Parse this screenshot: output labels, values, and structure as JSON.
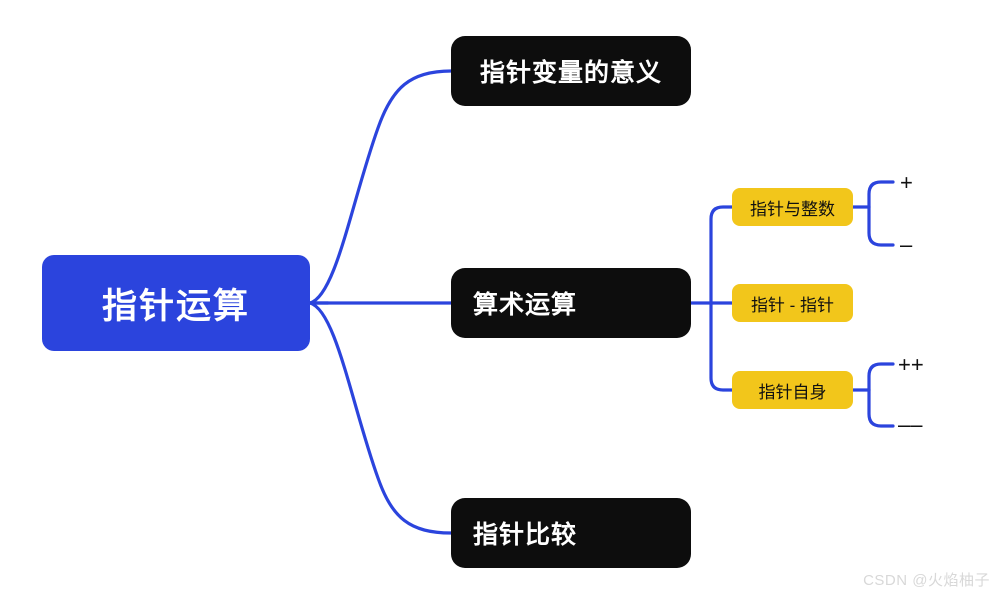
{
  "diagram": {
    "type": "mindmap",
    "title": "指针运算",
    "background": "#ffffff",
    "colors": {
      "root": "#2B44DD",
      "branch": "#0d0d0d",
      "leaf": "#F2C61B",
      "connector": "#2B44DD",
      "root_text": "#ffffff",
      "branch_text": "#ffffff",
      "leaf_text": "#111111",
      "operator_text": "#111111",
      "watermark": "#d8d8d8"
    },
    "root": {
      "label": "指针运算"
    },
    "branches": [
      {
        "label": "指针变量的意义"
      },
      {
        "label": "算术运算"
      },
      {
        "label": "指针比较"
      }
    ],
    "leaves": [
      {
        "label": "指针与整数"
      },
      {
        "label": "指针 - 指针"
      },
      {
        "label": "指针自身"
      }
    ],
    "operators": [
      {
        "label": "+"
      },
      {
        "label": "–"
      },
      {
        "label": "++"
      },
      {
        "label": "––"
      }
    ]
  },
  "watermark": {
    "text": "CSDN @火焰柚子"
  }
}
